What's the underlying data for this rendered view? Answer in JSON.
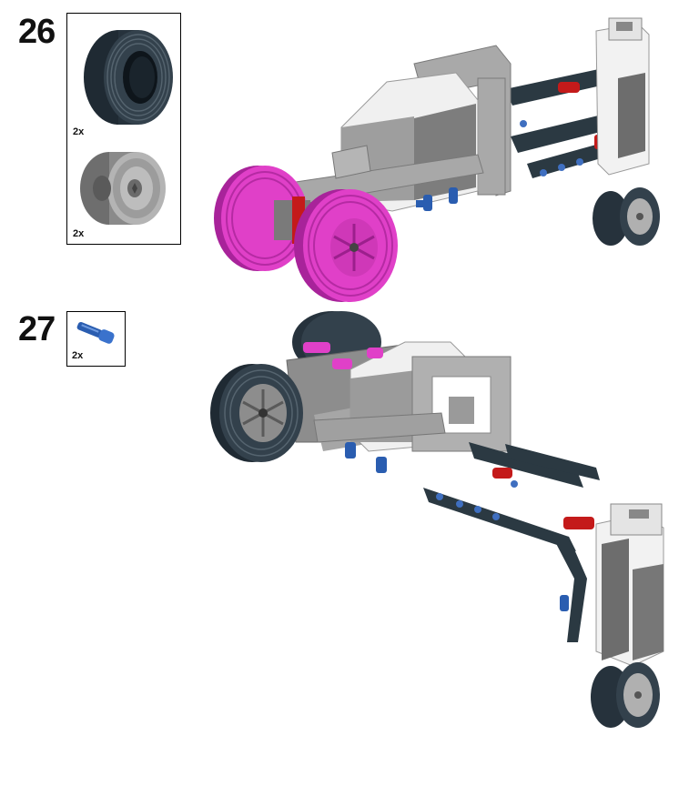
{
  "steps": [
    {
      "number": "26",
      "parts": [
        {
          "icon": "tire-icon",
          "qty": "2x"
        },
        {
          "icon": "wheel-hub-icon",
          "qty": "2x"
        }
      ]
    },
    {
      "number": "27",
      "parts": [
        {
          "icon": "axle-pin-blue-icon",
          "qty": "2x"
        }
      ]
    }
  ],
  "colors": {
    "highlight": "#e040c8",
    "dark_beam": "#2b3942",
    "light_gray": "#a8a8a8",
    "medium_gray": "#7d7d7d",
    "white_part": "#f2f2f2",
    "pin_blue": "#2a5db0",
    "pin_red": "#c41a1a",
    "tire": "#2a3540"
  }
}
